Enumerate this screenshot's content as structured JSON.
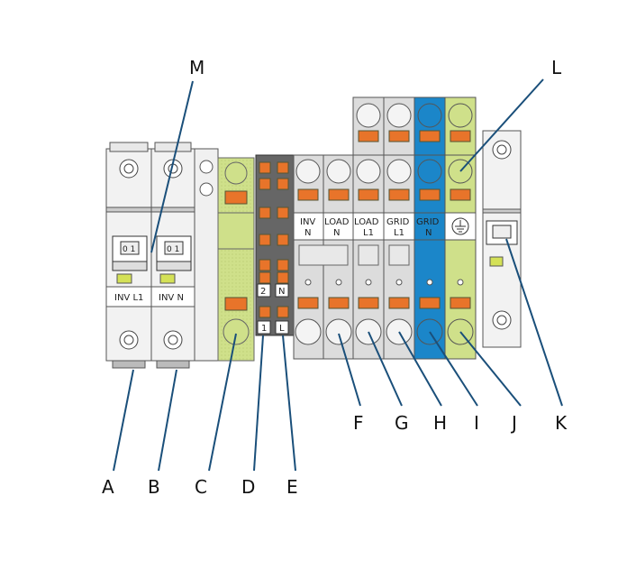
{
  "callouts": {
    "A": "A",
    "B": "B",
    "C": "C",
    "D": "D",
    "E": "E",
    "F": "F",
    "G": "G",
    "H": "H",
    "I": "I",
    "J": "J",
    "K": "K",
    "L": "L",
    "M": "M"
  },
  "breakers": {
    "left_label": "INV L1",
    "right_label": "INV N",
    "switch_text_left": "0 1",
    "switch_text_right": "0 1"
  },
  "terminal_labels": {
    "inv_n_top": "INV",
    "inv_n_bottom": "N",
    "load_n_top": "LOAD",
    "load_n_bottom": "N",
    "load_l1_top": "LOAD",
    "load_l1_bottom": "L1",
    "grid_l1_top": "GRID",
    "grid_l1_bottom": "L1",
    "grid_n_top": "GRID",
    "grid_n_bottom": "N"
  },
  "small_block_labels": {
    "num_2": "2",
    "letter_N": "N",
    "num_1": "1",
    "letter_L": "L"
  },
  "colors": {
    "callout_line": "#1a4f7a",
    "orange": "#e8742a",
    "blue": "#1b86c9",
    "green_yellow": "#cfe08a",
    "gray": "#dcdcdc"
  }
}
